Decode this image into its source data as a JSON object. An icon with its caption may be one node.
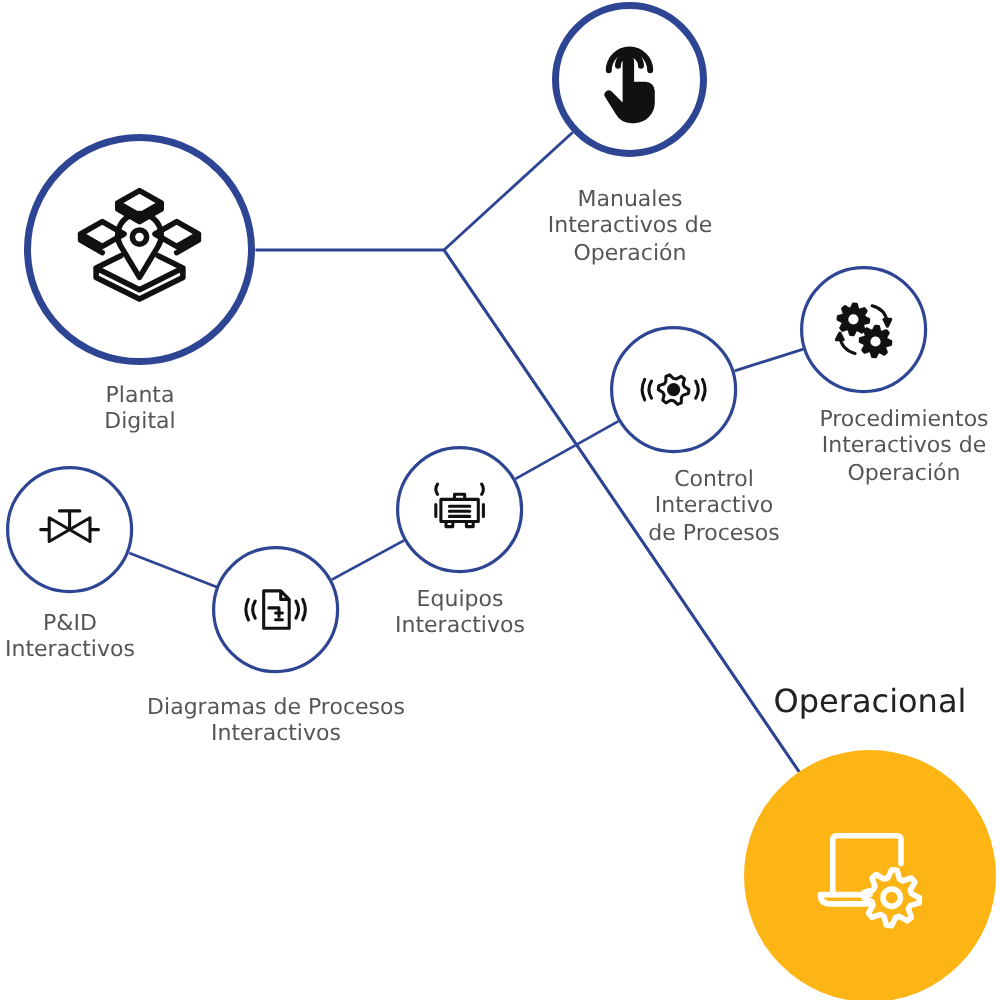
{
  "diagram": {
    "nodes": [
      {
        "text": [
          "Planta Digital"
        ]
      },
      {
        "text": [
          "Manuales Interactivos de Operación"
        ]
      },
      {
        "text": [
          "Procedimientos Interactivos de Operación"
        ]
      },
      {
        "text": [
          "Control Interactivo de Procesos"
        ]
      },
      {
        "text": [
          "Equipos Interactivos"
        ]
      },
      {
        "text": [
          "Diagramas de Procesos Interactivos"
        ]
      },
      {
        "text": [
          "P&ID Interactivos"
        ]
      },
      {
        "text": [
          "Operacional"
        ]
      }
    ],
    "edges": [
      {
        "from": 0,
        "to": 7,
        "arrow": "none"
      },
      {
        "from": 1,
        "to": 7,
        "arrow": "none"
      },
      {
        "from": 3,
        "to": 2,
        "arrow": "none"
      },
      {
        "from": 4,
        "to": 3,
        "arrow": "none"
      },
      {
        "from": 5,
        "to": 4,
        "arrow": "none"
      },
      {
        "from": 6,
        "to": 5,
        "arrow": "none"
      }
    ]
  }
}
